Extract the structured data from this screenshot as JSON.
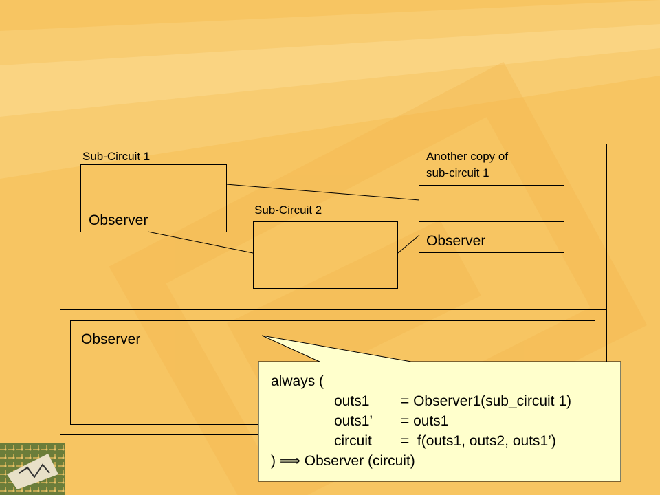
{
  "diagram": {
    "sub_circuit_1_label": "Sub-Circuit 1",
    "sub_circuit_1_observer": "Observer",
    "sub_circuit_2_label": "Sub-Circuit 2",
    "copy_label_line1": "Another copy of",
    "copy_label_line2": "sub-circuit 1",
    "copy_observer": "Observer",
    "main_observer": "Observer"
  },
  "callout": {
    "lines": [
      {
        "col1": "always (",
        "col2": ""
      },
      {
        "col1": "outs1",
        "col2": "= Observer1(sub_circuit 1)"
      },
      {
        "col1": "outs1’",
        "col2": "= outs1"
      },
      {
        "col1": "circuit",
        "col2": "=  f(outs1, outs2, outs1’)"
      },
      {
        "col1": ") ⟹ Observer (circuit)",
        "col2": ""
      }
    ]
  },
  "colors": {
    "background": "#f7c562",
    "callout_fill": "#ffffcc",
    "line": "#000000"
  }
}
